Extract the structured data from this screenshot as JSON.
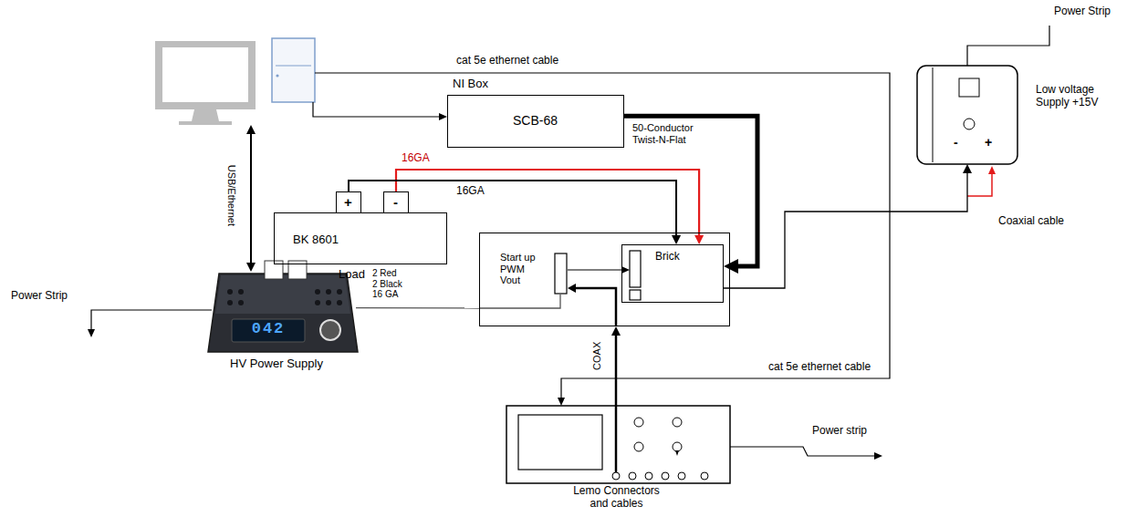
{
  "diagram": {
    "nodes": [
      {
        "text": [
          "NI Box",
          "SCB-68"
        ]
      },
      {
        "text": [
          "Low voltage Supply +15V"
        ]
      },
      {
        "text": [
          "BK 8601",
          "Load"
        ]
      },
      {
        "text": [
          "+"
        ],
        "in": 2
      },
      {
        "text": [
          "-"
        ],
        "in": 2
      },
      {
        "text": [
          "Start up PWM Vout"
        ]
      },
      {
        "text": [
          "Brick"
        ],
        "in": 5
      },
      {
        "text": [
          "042",
          "HV Power Supply"
        ]
      },
      {
        "text": [
          "Lemo Connectors and cables"
        ]
      }
    ],
    "edges": [
      {
        "from": 0,
        "to": 6,
        "arrow": "to",
        "label": "50-Conductor Twist-N-Flat"
      },
      {
        "from": 3,
        "to": 6,
        "arrow": "to",
        "label": "16GA"
      },
      {
        "from": 4,
        "to": 6,
        "arrow": "to",
        "label": "16GA"
      },
      {
        "from": 7,
        "to": 5,
        "arrow": "none",
        "label": "2 Red 2 Black 16 GA"
      },
      {
        "from": 6,
        "to": 1,
        "arrow": "to",
        "label": "Coaxial cable"
      },
      {
        "from": 8,
        "to": 5,
        "arrow": "to",
        "label": "COAX"
      }
    ],
    "labels": [
      "cat 5e ethernet cable",
      "Power Strip",
      "USB/Ethernet",
      "-",
      "+",
      "Power Strip",
      "cat 5e ethernet cable",
      "Power strip"
    ]
  }
}
